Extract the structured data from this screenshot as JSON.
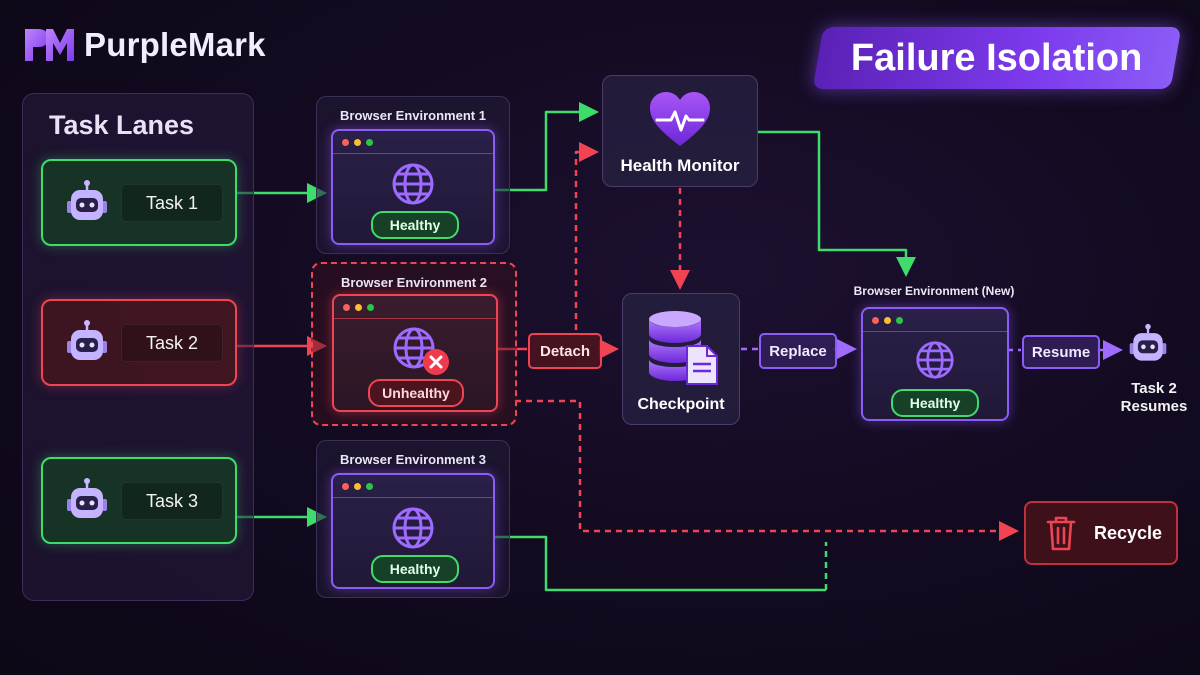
{
  "brand": {
    "name": "PurpleMark",
    "logo_icon": "pm-logo-icon"
  },
  "title": "Failure Isolation",
  "task_lanes": {
    "heading": "Task Lanes",
    "tasks": [
      {
        "label": "Task 1",
        "state": "healthy",
        "icon": "robot-icon"
      },
      {
        "label": "Task 2",
        "state": "failing",
        "icon": "robot-icon"
      },
      {
        "label": "Task 3",
        "state": "healthy",
        "icon": "robot-icon"
      }
    ]
  },
  "environments": [
    {
      "title": "Browser Environment 1",
      "status": "Healthy"
    },
    {
      "title": "Browser Environment 2",
      "status": "Unhealthy"
    },
    {
      "title": "Browser Environment 3",
      "status": "Healthy"
    }
  ],
  "new_environment": {
    "title": "Browser Environment (New)",
    "status": "Healthy"
  },
  "health_monitor": {
    "label": "Health Monitor",
    "icon": "heart-pulse-icon"
  },
  "checkpoint": {
    "label": "Checkpoint",
    "icon": "database-document-icon"
  },
  "flow": {
    "detach": "Detach",
    "replace": "Replace",
    "resume": "Resume"
  },
  "resumed_task": {
    "line1": "Task 2",
    "line2": "Resumes"
  },
  "recycle": {
    "label": "Recycle",
    "icon": "trash-icon"
  },
  "colors": {
    "healthy": "#3ddc6b",
    "unhealthy": "#f04452",
    "accent": "#8b5cf6",
    "background": "#120a1f"
  }
}
